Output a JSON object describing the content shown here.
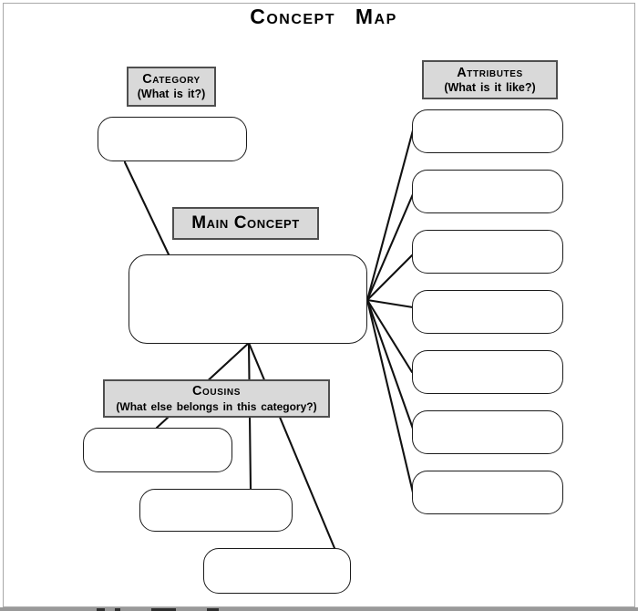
{
  "title": "Concept Map",
  "category": {
    "heading": "Category",
    "subtitle": "(What is it?)"
  },
  "main_concept": {
    "heading": "Main Concept"
  },
  "attributes": {
    "heading": "Attributes",
    "subtitle": "(What is it like?)"
  },
  "cousins": {
    "heading": "Cousins",
    "subtitle": "(What else belongs in this category?)"
  },
  "structure": {
    "category_answer_boxes": 1,
    "attribute_answer_boxes": 7,
    "cousin_answer_boxes": 3,
    "all_answer_boxes_empty": true
  },
  "colors": {
    "label_background": "#d9d9d9",
    "label_border": "#4f4f4f",
    "shape_border": "#1b1b1b",
    "connector_line": "#111111",
    "page_frame": "#a9a9a9",
    "footer_band": "#999999",
    "background": "#ffffff",
    "text": "#000000"
  }
}
